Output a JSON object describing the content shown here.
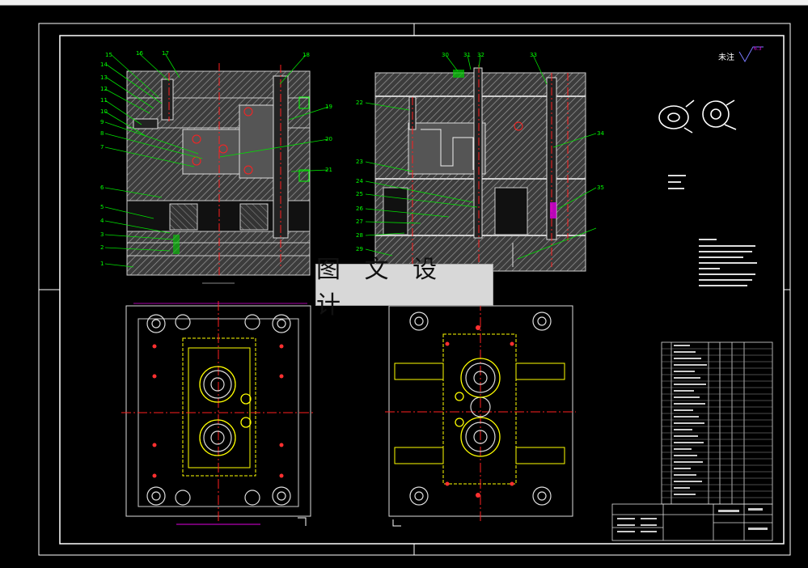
{
  "watermark": {
    "text": "图 文 设 计"
  },
  "roughness": {
    "label": "未注",
    "value": "6.3"
  },
  "part_numbers_left": [
    "1",
    "2",
    "3",
    "4",
    "5",
    "6",
    "7",
    "8",
    "9",
    "10",
    "11",
    "12",
    "13",
    "14",
    "15",
    "16",
    "17",
    "18",
    "19",
    "20",
    "21"
  ],
  "part_numbers_right": [
    "22",
    "23",
    "24",
    "25",
    "26",
    "27",
    "28",
    "29",
    "30",
    "31",
    "32",
    "33",
    "34",
    "35"
  ],
  "colors": {
    "background": "#000000",
    "hatch": "#8c8c8c",
    "frame": "#ffffff",
    "center": "#ff2020",
    "leader": "#00e000",
    "hidden": "#ffff00",
    "dim": "#e000e0"
  }
}
